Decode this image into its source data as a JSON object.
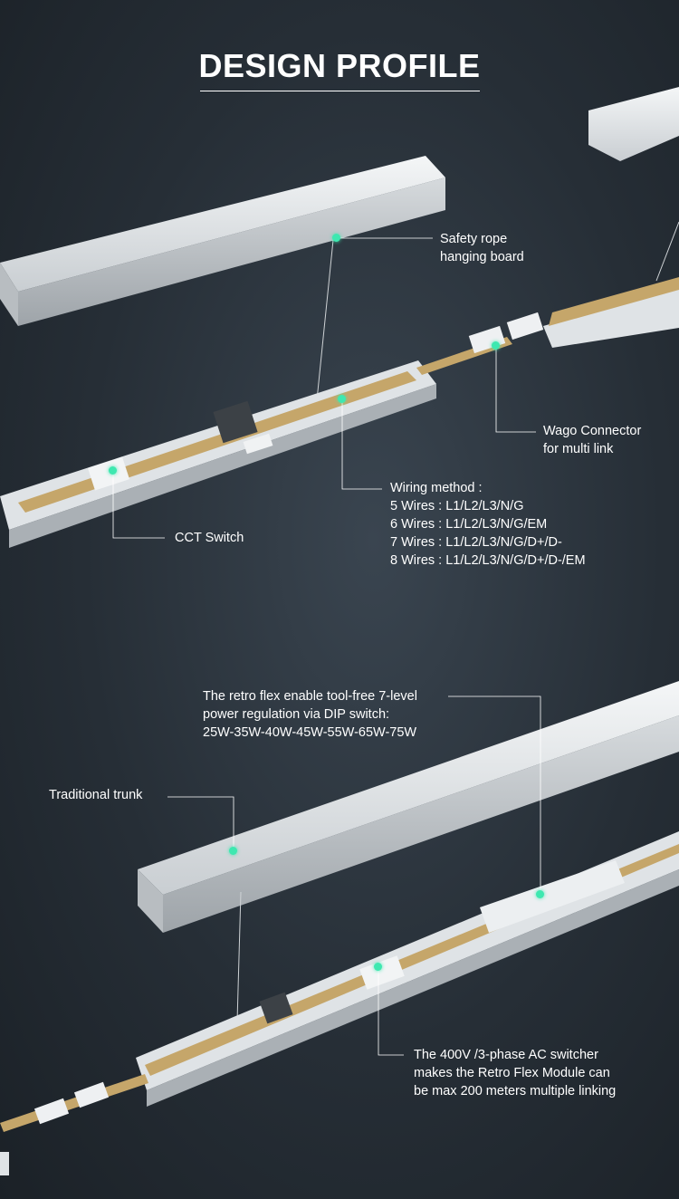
{
  "header": {
    "title": "DESIGN PROFILE"
  },
  "callouts": {
    "safety_rope": {
      "lines": [
        "Safety rope",
        "hanging board"
      ]
    },
    "wago": {
      "lines": [
        "Wago Connector",
        "for multi link"
      ]
    },
    "wiring": {
      "lines": [
        "Wiring method :",
        "5 Wires : L1/L2/L3/N/G",
        "6 Wires : L1/L2/L3/N/G/EM",
        "7 Wires : L1/L2/L3/N/G/D+/D-",
        "8 Wires : L1/L2/L3/N/G/D+/D-/EM"
      ]
    },
    "cct": {
      "lines": [
        "CCT Switch"
      ]
    },
    "retro_flex": {
      "lines": [
        "The retro flex enable tool-free 7-level",
        "power regulation via DIP switch:",
        "25W-35W-40W-45W-55W-65W-75W"
      ]
    },
    "trunk": {
      "lines": [
        "Traditional trunk"
      ]
    },
    "ac_switcher": {
      "lines": [
        "The 400V /3-phase AC switcher",
        "makes the Retro Flex Module can",
        "be max 200 meters multiple linking"
      ]
    }
  },
  "colors": {
    "accent_dot": "#3ee8b0",
    "background": "#262e36",
    "profile": "#e9ecee"
  }
}
